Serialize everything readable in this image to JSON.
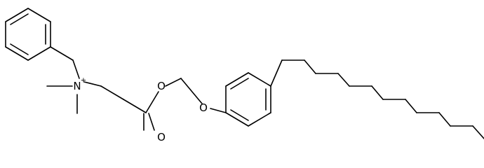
{
  "molecule": {
    "labels": {
      "nitrogen": "N",
      "nitrogen_charge": "+",
      "ester_oxygen": "O",
      "carbonyl_oxygen": "O",
      "ether_oxygen": "O"
    },
    "colors": {
      "bond": "#000000",
      "atom_text": "#000000",
      "background": "#ffffff"
    }
  }
}
